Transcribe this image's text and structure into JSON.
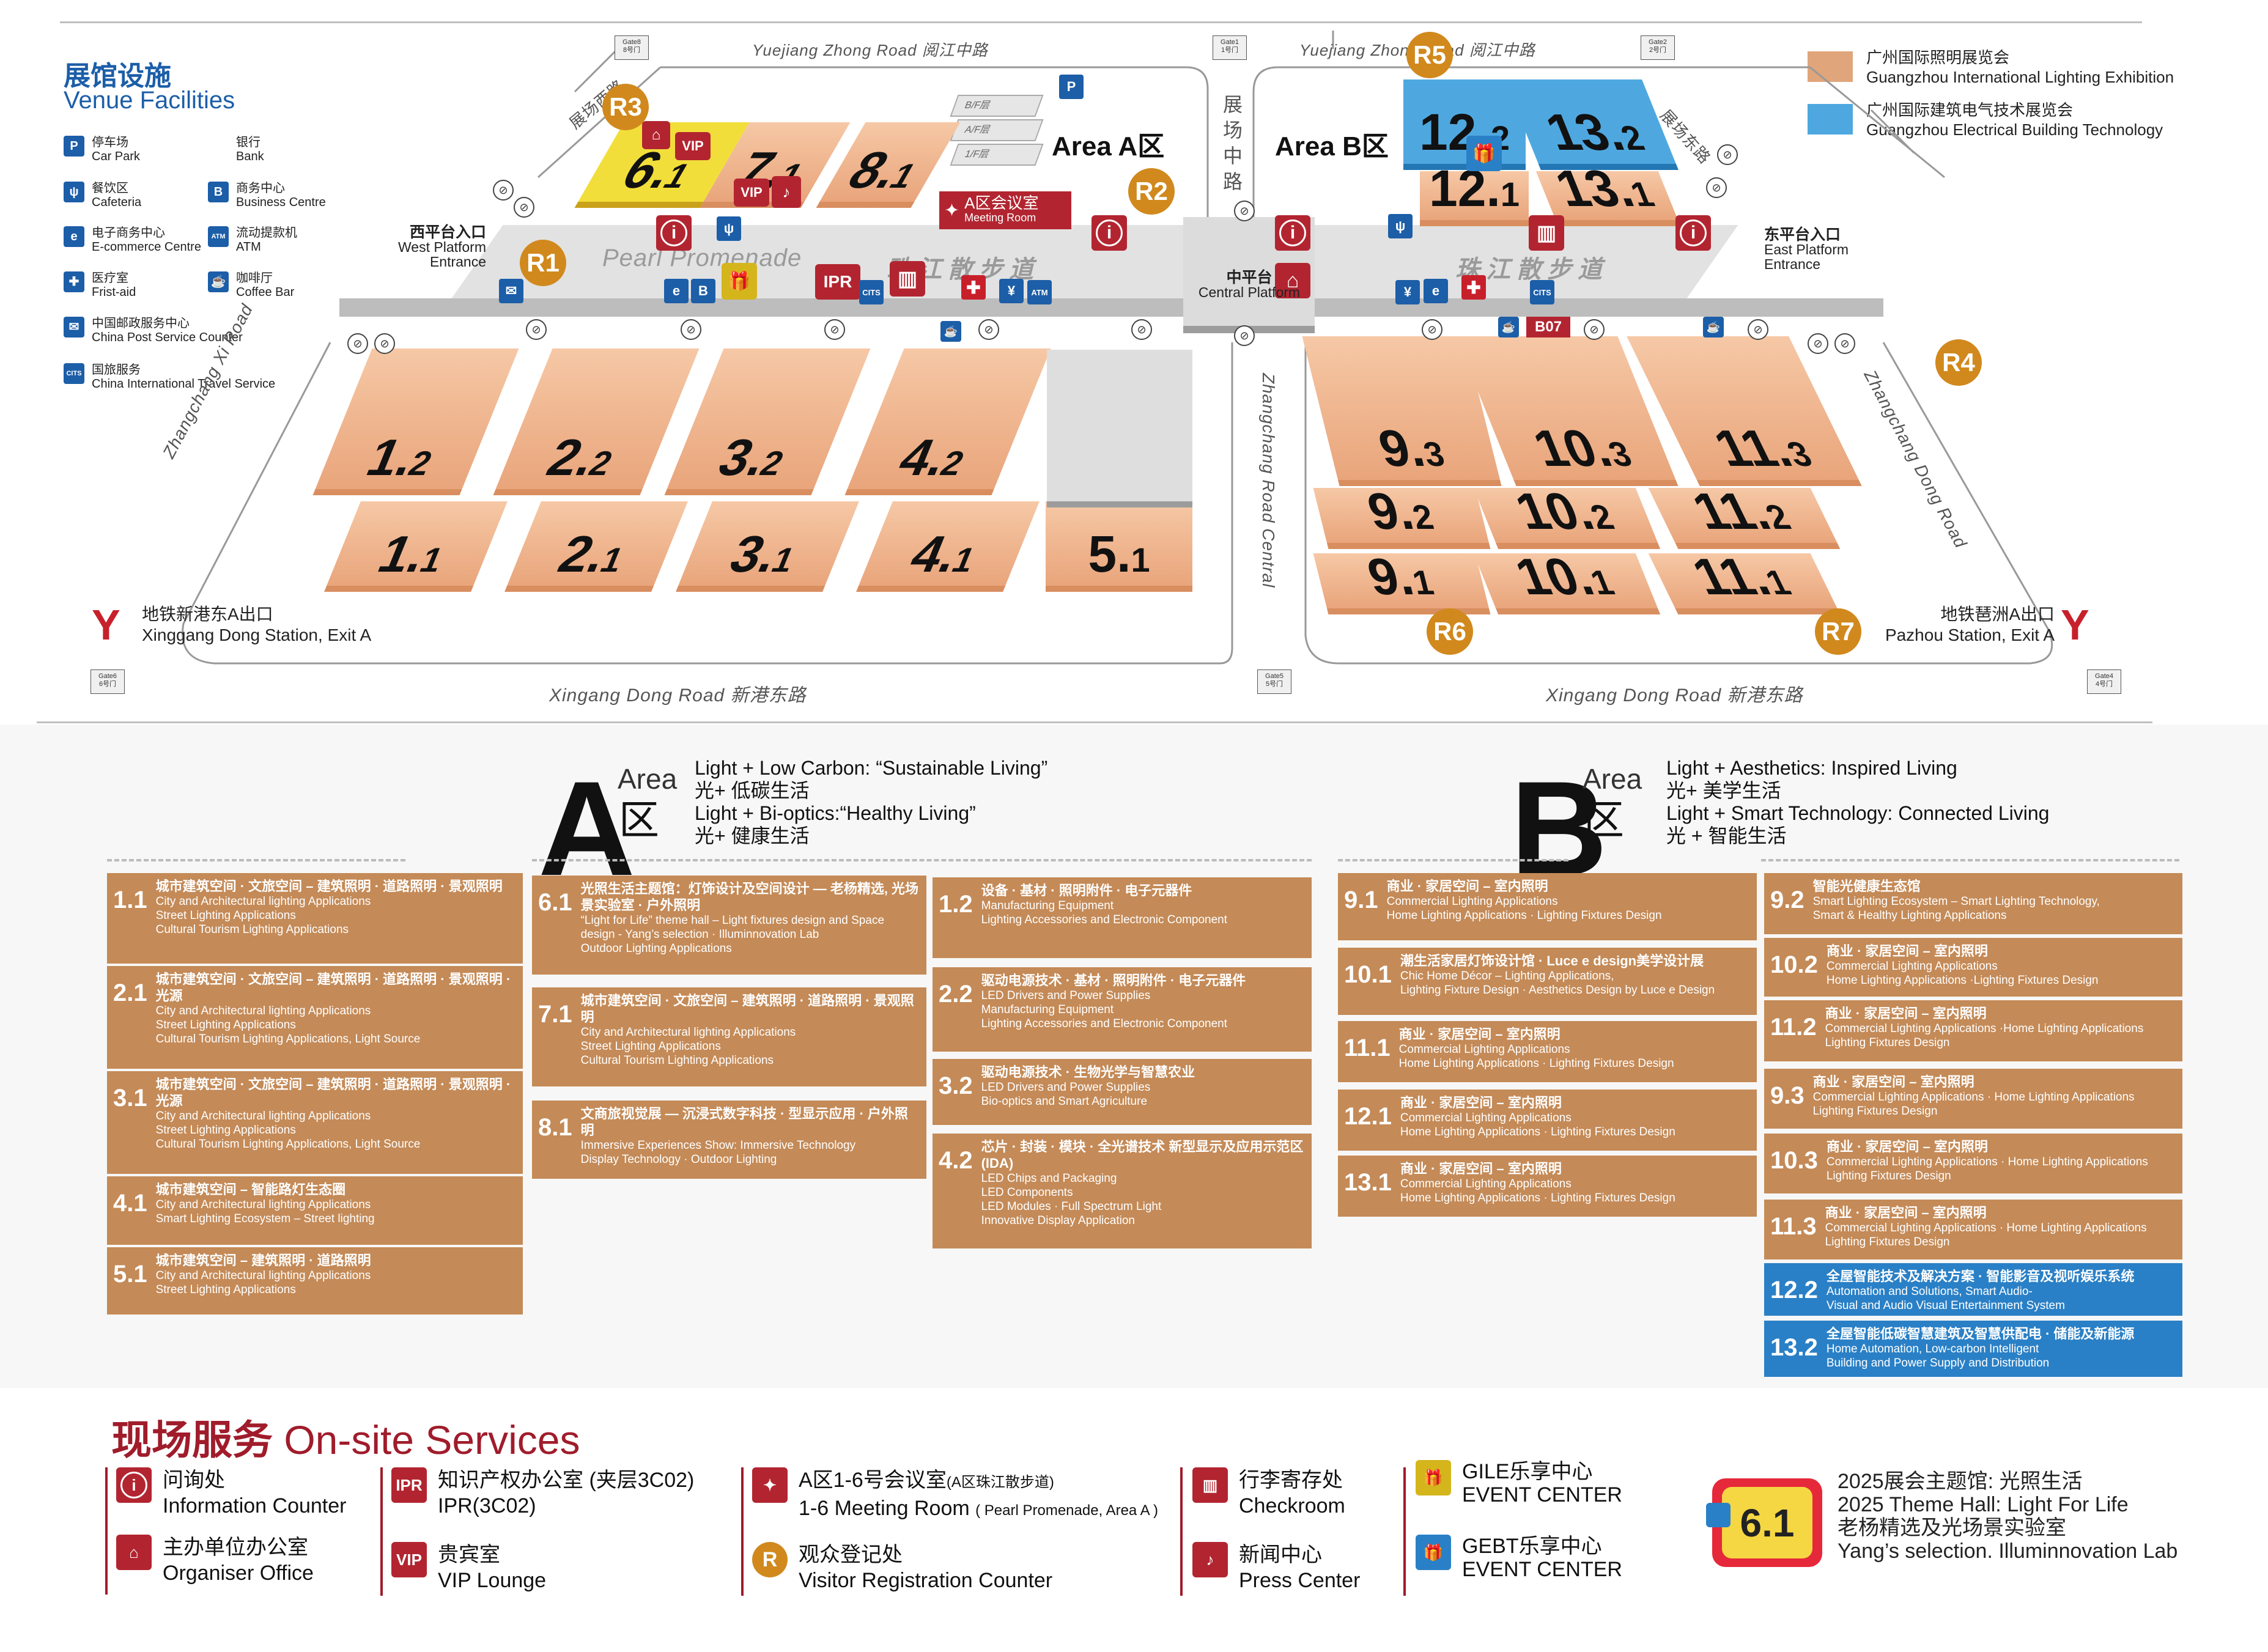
{
  "venue_facilities": {
    "title_cn": "展馆设施",
    "title_en": "Venue Facilities",
    "items": [
      {
        "cn": "停车场",
        "en": "Car Park",
        "icon": "P"
      },
      {
        "cn": "银行",
        "en": "Bank",
        "icon": ""
      },
      {
        "cn": "餐饮区",
        "en": "Cafeteria",
        "icon": "ψ"
      },
      {
        "cn": "商务中心",
        "en": "Business Centre",
        "icon": "B"
      },
      {
        "cn": "电子商务中心",
        "en": "E-commerce Centre",
        "icon": "e"
      },
      {
        "cn": "流动提款机",
        "en": "ATM",
        "icon": "ATM"
      },
      {
        "cn": "医疗室",
        "en": "Frist-aid",
        "icon": "✚"
      },
      {
        "cn": "咖啡厅",
        "en": "Coffee Bar",
        "icon": "☕"
      },
      {
        "cn": "中国邮政服务中心",
        "en": "China Post Service Counter",
        "icon": "✉"
      },
      {
        "cn": "国旅服务",
        "en": "China International Travel Service",
        "icon": "CITS"
      }
    ]
  },
  "exhibitions": [
    {
      "cn": "广州国际照明展览会",
      "en": "Guangzhou International Lighting Exhibition",
      "color": "#e0a57a"
    },
    {
      "cn": "广州国际建筑电气技术展览会",
      "en": "Guangzhou Electrical Building Technology",
      "color": "#4ea8df"
    }
  ],
  "roads": {
    "top": "Yuejiang Zhong Road 阅江中路",
    "top_b": "Yuejiang Zhong Road 阅江中路",
    "bottom_a": "Xingang Dong Road 新港东路",
    "bottom_b": "Xingang Dong Road 新港东路",
    "left": "Zhangchang Xi Road",
    "right": "Zhangchang Dong Road",
    "central": "Zhangchang Road Central",
    "central_cn": "展场中路",
    "left_cn": "展场西路",
    "right_cn": "展场东路",
    "promenade_en": "Pearl Promenade",
    "promenade_cn": "珠江散步道",
    "promenade_cn_b": "珠江散步道"
  },
  "areas": {
    "a": "Area A区",
    "b": "Area B区",
    "meeting_cn": "A区会议室",
    "meeting_en": "Meeting Room",
    "floors": [
      "B/F层",
      "A/F层",
      "1/F层"
    ]
  },
  "entrances": {
    "west_cn": "西平台入口",
    "west_en": "West Platform Entrance",
    "east_cn": "东平台入口",
    "east_en": "East Platform Entrance",
    "central_cn": "中平台",
    "central_en": "Central Platform"
  },
  "metro": {
    "west_cn": "地铁新港东A出口",
    "west_en": "Xinggang Dong Station, Exit A",
    "east_cn": "地铁琶洲A出口",
    "east_en": "Pazhou Station, Exit A"
  },
  "gates": [
    {
      "cn": "Gate8",
      "en": "8号门"
    },
    {
      "cn": "Gate1",
      "en": "1号门"
    },
    {
      "cn": "Gate2",
      "en": "2号门"
    },
    {
      "cn": "Gate6",
      "en": "6号门"
    },
    {
      "cn": "Gate5",
      "en": "5号门"
    },
    {
      "cn": "Gate4",
      "en": "4号门"
    }
  ],
  "reg_points": [
    "R1",
    "R2",
    "R3",
    "R4",
    "R5",
    "R6",
    "R7"
  ],
  "booth": "B07",
  "halls_a_top": [
    {
      "n": "1",
      "d": "2"
    },
    {
      "n": "2",
      "d": "2"
    },
    {
      "n": "3",
      "d": "2"
    },
    {
      "n": "4",
      "d": "2"
    }
  ],
  "halls_a_bot": [
    {
      "n": "1",
      "d": "1"
    },
    {
      "n": "2",
      "d": "1"
    },
    {
      "n": "3",
      "d": "1"
    },
    {
      "n": "4",
      "d": "1"
    },
    {
      "n": "5",
      "d": "1"
    }
  ],
  "halls_a_north": [
    {
      "n": "6",
      "d": "1"
    },
    {
      "n": "7",
      "d": "1"
    },
    {
      "n": "8",
      "d": "1"
    }
  ],
  "halls_b_north": [
    {
      "n": "12",
      "d": "2"
    },
    {
      "n": "13",
      "d": "2"
    },
    {
      "n": "12",
      "d": "1"
    },
    {
      "n": "13",
      "d": "1"
    }
  ],
  "halls_b": [
    {
      "n": "9",
      "d": "3"
    },
    {
      "n": "10",
      "d": "3"
    },
    {
      "n": "11",
      "d": "3"
    },
    {
      "n": "9",
      "d": "2"
    },
    {
      "n": "10",
      "d": "2"
    },
    {
      "n": "11",
      "d": "2"
    },
    {
      "n": "9",
      "d": "1"
    },
    {
      "n": "10",
      "d": "1"
    },
    {
      "n": "11",
      "d": "1"
    }
  ],
  "zone_a": {
    "letter": "A",
    "area": "Area",
    "qu": "区",
    "lines": [
      "Light + Low Carbon: “Sustainable Living”",
      "光+ 低碳生活",
      "Light + Bi-optics:“Healthy Living”",
      "光+ 健康生活"
    ]
  },
  "zone_b": {
    "letter": "B",
    "area": "Area",
    "qu": "区",
    "lines": [
      "Light + Aesthetics: Inspired Living",
      "光+ 美学生活",
      "Light + Smart Technology: Connected Living",
      "光 + 智能生活"
    ]
  },
  "cards_a1": [
    {
      "num": "1.1",
      "cn": "城市建筑空间 · 文旅空间 – 建筑照明 · 道路照明 · 景观照明",
      "en": [
        "City and Architectural lighting Applications",
        "Street Lighting Applications",
        "Cultural Tourism Lighting Applications"
      ]
    },
    {
      "num": "2.1",
      "cn": "城市建筑空间 · 文旅空间 – 建筑照明 · 道路照明 · 景观照明 · 光源",
      "en": [
        "City and Architectural lighting Applications",
        "Street Lighting Applications",
        "Cultural Tourism Lighting Applications, Light Source"
      ]
    },
    {
      "num": "3.1",
      "cn": "城市建筑空间 · 文旅空间 – 建筑照明 · 道路照明 · 景观照明 · 光源",
      "en": [
        "City and Architectural lighting Applications",
        "Street Lighting Applications",
        "Cultural Tourism Lighting Applications, Light Source"
      ]
    },
    {
      "num": "4.1",
      "cn": "城市建筑空间 – 智能路灯生态圈",
      "en": [
        "City and Architectural lighting Applications",
        "Smart Lighting Ecosystem – Street lighting"
      ]
    },
    {
      "num": "5.1",
      "cn": "城市建筑空间 – 建筑照明 · 道路照明",
      "en": [
        "City and Architectural lighting Applications",
        "Street Lighting Applications"
      ]
    }
  ],
  "cards_a2": [
    {
      "num": "6.1",
      "cn": "光照生活主题馆：灯饰设计及空间设计 — 老杨精选, 光场景实验室 · 户外照明",
      "en": [
        "“Light for Life” theme hall – Light fixtures design and Space",
        "design - Yang’s selection · Illuminnovation Lab",
        "Outdoor Lighting Applications"
      ]
    },
    {
      "num": "7.1",
      "cn": "城市建筑空间 · 文旅空间 – 建筑照明 · 道路照明 · 景观照明",
      "en": [
        "City and Architectural lighting Applications",
        "Street Lighting Applications",
        "Cultural Tourism Lighting Applications"
      ]
    },
    {
      "num": "8.1",
      "cn": "文商旅视觉展 — 沉浸式数字科技 · 型显示应用 · 户外照明",
      "en": [
        "Immersive Experiences Show: Immersive Technology",
        "Display Technology · Outdoor Lighting"
      ]
    }
  ],
  "cards_a3": [
    {
      "num": "1.2",
      "cn": "设备 · 基材 · 照明附件 · 电子元器件",
      "en": [
        "Manufacturing Equipment",
        "Lighting Accessories and Electronic Component"
      ]
    },
    {
      "num": "2.2",
      "cn": "驱动电源技术 · 基材 · 照明附件 · 电子元器件",
      "en": [
        "LED Drivers and Power Supplies",
        "Manufacturing Equipment",
        "Lighting Accessories and Electronic Component"
      ]
    },
    {
      "num": "3.2",
      "cn": "驱动电源技术 · 生物光学与智慧农业",
      "en": [
        "LED Drivers and Power Supplies",
        "Bio-optics and Smart Agriculture"
      ]
    },
    {
      "num": "4.2",
      "cn": "芯片 · 封装 · 模块 · 全光谱技术 新型显示及应用示范区 (IDA)",
      "en": [
        "LED Chips and Packaging",
        "LED Components",
        "LED Modules · Full Spectrum Light",
        "Innovative Display Application"
      ]
    }
  ],
  "cards_b1": [
    {
      "num": "9.1",
      "cn": "商业 · 家居空间 – 室内照明",
      "en": [
        "Commercial Lighting Applications",
        "Home Lighting Applications · Lighting Fixtures Design"
      ]
    },
    {
      "num": "10.1",
      "cn": "潮生活家居灯饰设计馆 · Luce e design美学设计展",
      "en": [
        "Chic Home Décor – Lighting Applications,",
        "Lighting Fixture Design · Aesthetics Design by Luce e Design"
      ]
    },
    {
      "num": "11.1",
      "cn": "商业 · 家居空间 – 室内照明",
      "en": [
        "Commercial Lighting Applications",
        "Home Lighting Applications · Lighting Fixtures Design"
      ]
    },
    {
      "num": "12.1",
      "cn": "商业 · 家居空间 – 室内照明",
      "en": [
        "Commercial Lighting Applications",
        "Home Lighting Applications · Lighting Fixtures Design"
      ]
    },
    {
      "num": "13.1",
      "cn": "商业 · 家居空间 – 室内照明",
      "en": [
        "Commercial Lighting Applications",
        "Home Lighting Applications · Lighting Fixtures Design"
      ]
    }
  ],
  "cards_b2": [
    {
      "num": "9.2",
      "cn": "智能光健康生态馆",
      "en": [
        "Smart Lighting Ecosystem – Smart Lighting Technology,",
        "Smart & Healthy Lighting Applications"
      ],
      "blue": false
    },
    {
      "num": "10.2",
      "cn": "商业 · 家居空间 – 室内照明",
      "en": [
        "Commercial Lighting Applications",
        "Home Lighting Applications ·Lighting Fixtures Design"
      ],
      "blue": false
    },
    {
      "num": "11.2",
      "cn": "商业 · 家居空间 – 室内照明",
      "en": [
        "Commercial Lighting Applications ·Home Lighting Applications",
        "Lighting Fixtures Design"
      ],
      "blue": false
    },
    {
      "num": "9.3",
      "cn": "商业 · 家居空间 – 室内照明",
      "en": [
        "Commercial Lighting Applications · Home Lighting Applications",
        "Lighting Fixtures Design"
      ],
      "blue": false
    },
    {
      "num": "10.3",
      "cn": "商业 · 家居空间 – 室内照明",
      "en": [
        "Commercial Lighting Applications · Home Lighting Applications",
        "Lighting Fixtures Design"
      ],
      "blue": false
    },
    {
      "num": "11.3",
      "cn": "商业 · 家居空间 – 室内照明",
      "en": [
        "Commercial Lighting Applications · Home Lighting Applications",
        "Lighting Fixtures Design"
      ],
      "blue": false
    },
    {
      "num": "12.2",
      "cn": "全屋智能技术及解决方案 · 智能影音及视听娱乐系统",
      "en": [
        "Automation and Solutions, Smart Audio-",
        "Visual and Audio Visual Entertainment System"
      ],
      "blue": true
    },
    {
      "num": "13.2",
      "cn": "全屋智能低碳智慧建筑及智慧供配电 · 储能及新能源",
      "en": [
        "Home Automation, Low-carbon Intelligent",
        "Building and Power Supply and Distribution"
      ],
      "blue": true
    }
  ],
  "services": {
    "title_cn": "现场服务",
    "title_en": "On-site Services",
    "items": [
      {
        "icon": "i",
        "cn": "问询处",
        "en": "Information Counter"
      },
      {
        "icon": "⌂",
        "cn": "主办单位办公室",
        "en": "Organiser Office"
      },
      {
        "icon": "IPR",
        "cn": "知识产权办公室 (夹层3C02)",
        "en": "IPR(3C02)"
      },
      {
        "icon": "VIP",
        "cn": "贵宾室",
        "en": "VIP Lounge"
      },
      {
        "icon": "✦",
        "cn": "A区1-6号会议室",
        "cn_small": "(A区珠江散步道)",
        "en": "1-6 Meeting Room",
        "en_small": "( Pearl Promenade, Area A )"
      },
      {
        "icon": "R",
        "cn": "观众登记处",
        "en": "Visitor Registration Counter"
      },
      {
        "icon": "▥",
        "cn": "行李寄存处",
        "en": "Checkroom"
      },
      {
        "icon": "♪",
        "cn": "新闻中心",
        "en": "Press Center"
      },
      {
        "icon": "🎁",
        "cn": "GILE乐享中心",
        "en": "EVENT CENTER"
      },
      {
        "icon": "🎁",
        "cn": "GEBT乐享中心",
        "en": "EVENT CENTER"
      }
    ],
    "theme": {
      "num": "6.1",
      "l1": "2025展会主题馆: 光照生活",
      "l2": "2025 Theme Hall: Light For Life",
      "l3": "老杨精选及光场景实验室",
      "l4": "Yang’s selection. Illuminnovation Lab"
    }
  }
}
